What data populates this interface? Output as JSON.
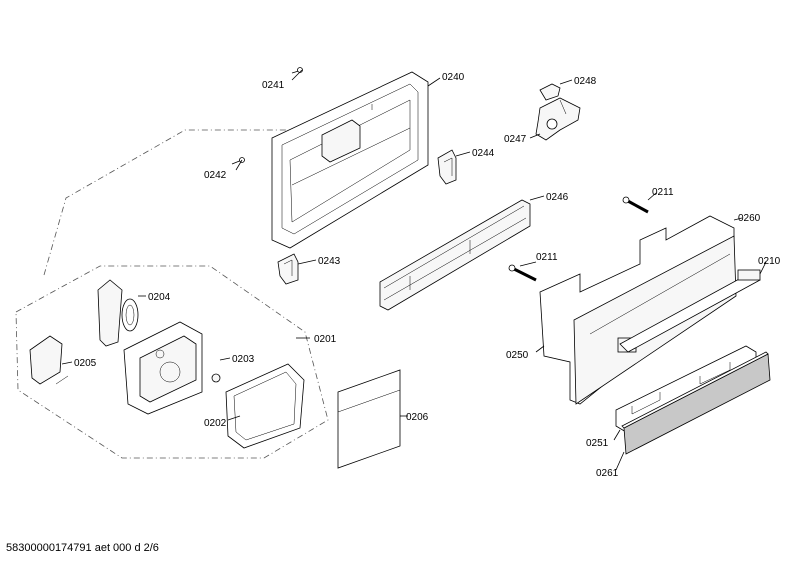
{
  "labels": {
    "p0240": "0240",
    "p0241": "0241",
    "p0242": "0242",
    "p0243": "0243",
    "p0244": "0244",
    "p0248": "0248",
    "p0247": "0247",
    "p0246": "0246",
    "p0211a": "0211",
    "p0211b": "0211",
    "p0260": "0260",
    "p0210": "0210",
    "p0250": "0250",
    "p0204": "0204",
    "p0201": "0201",
    "p0203": "0203",
    "p0205": "0205",
    "p0202": "0202",
    "p0206": "0206",
    "p0251": "0251",
    "p0261": "0261"
  },
  "footer": "58300000174791 aet 000 d 2/6"
}
